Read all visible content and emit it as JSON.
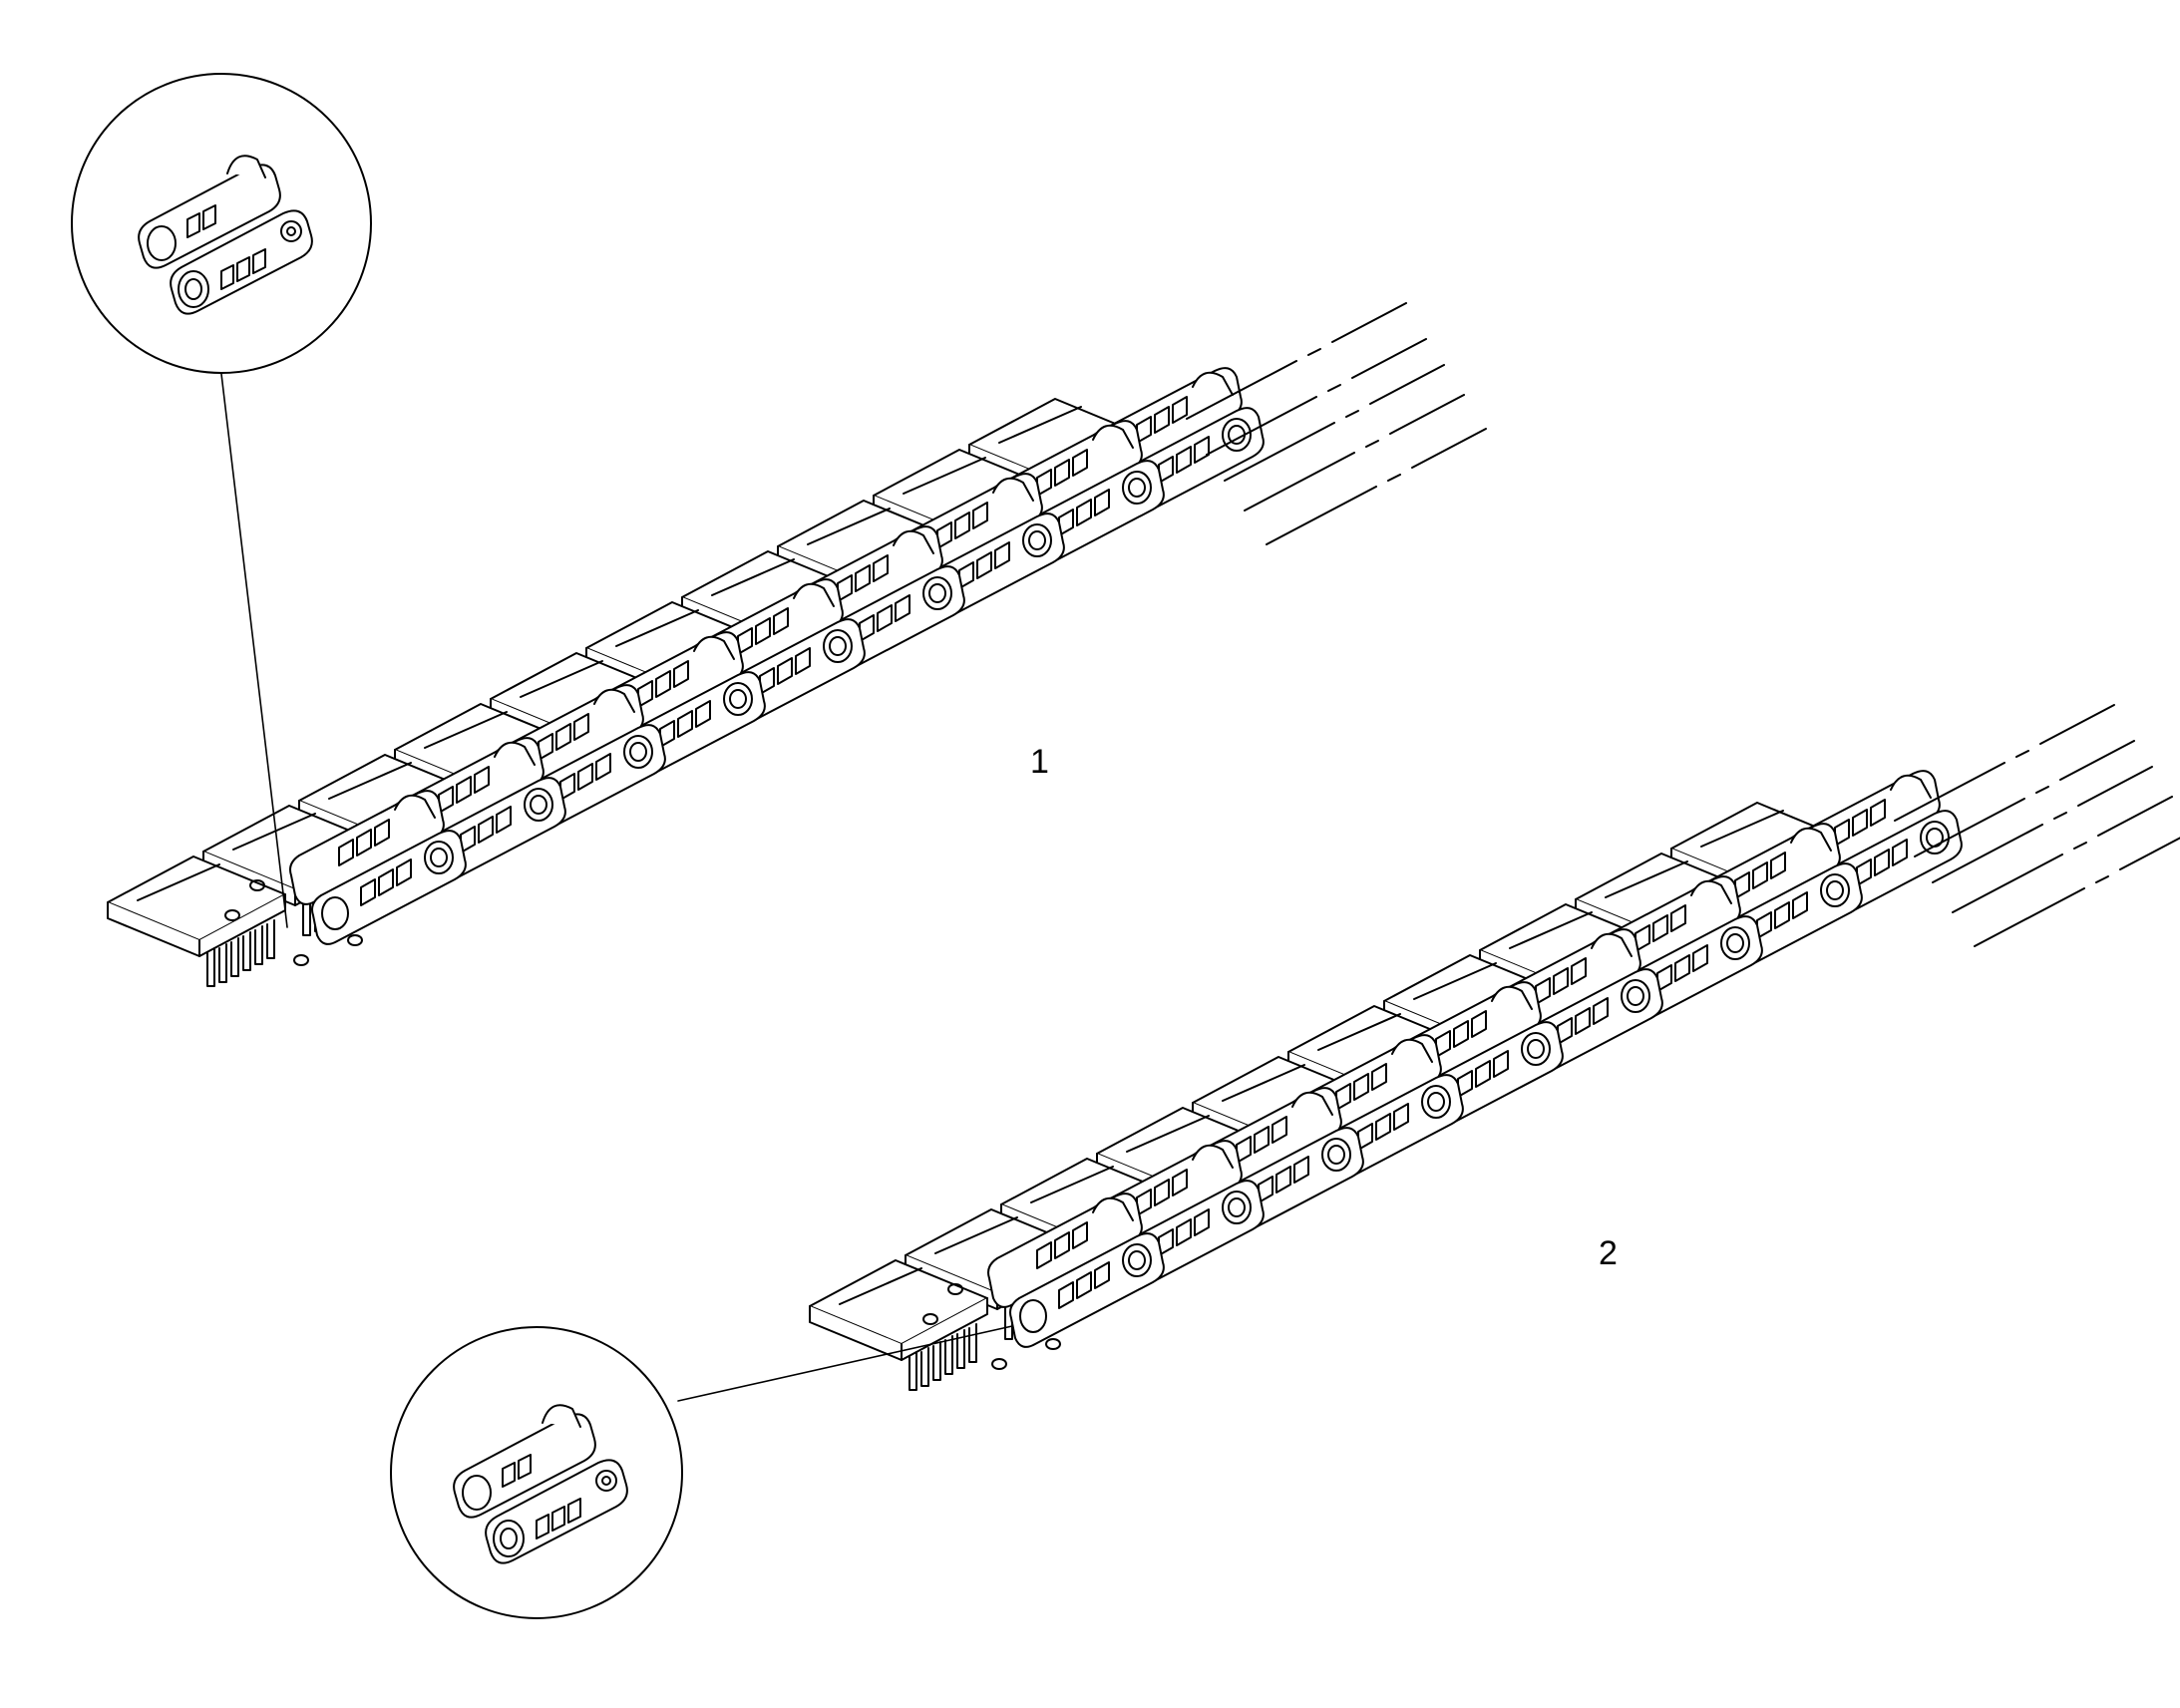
{
  "figure": {
    "background": "#ffffff",
    "stroke_color": "#000000"
  },
  "assemblies": [
    {
      "id": "1",
      "label": "1",
      "shoe_count": 10,
      "link_pair_count": 9,
      "detail_view": "track-link-detail-1"
    },
    {
      "id": "2",
      "label": "2",
      "shoe_count": 10,
      "link_pair_count": 9,
      "detail_view": "track-link-detail-2"
    }
  ]
}
